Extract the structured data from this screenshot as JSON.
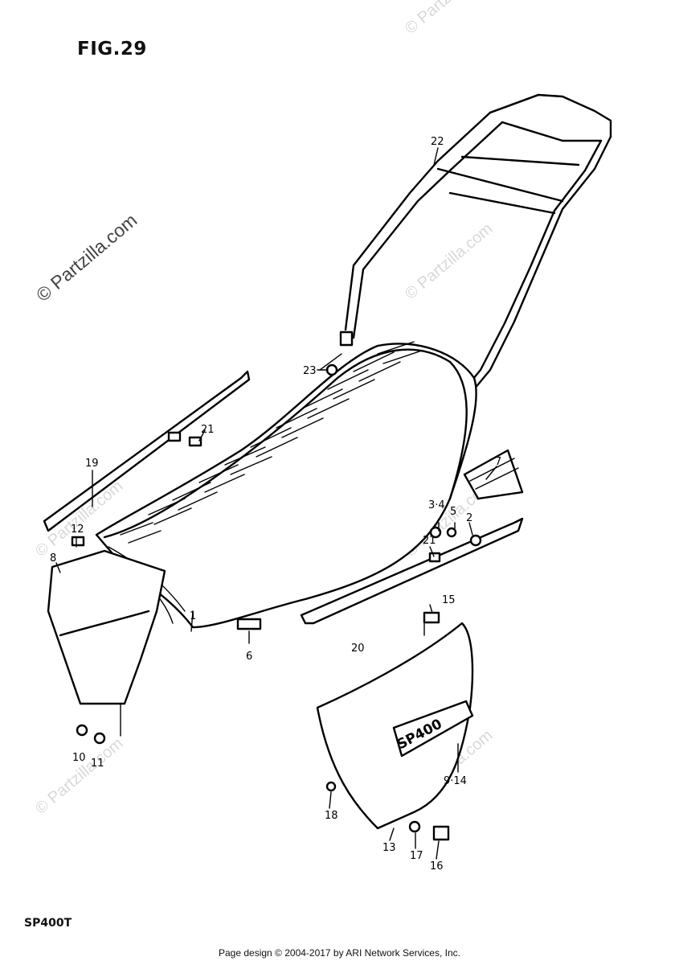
{
  "figure_title": "FIG.29",
  "model_code": "SP400T",
  "footer": "Page design © 2004-2017 by ARI Network Services, Inc.",
  "watermark": "© Partzilla.com",
  "emblem_text": "SP400",
  "callouts": {
    "c1": "1",
    "c2": "2",
    "c34": "3·4",
    "c5": "5",
    "c6": "6",
    "c7": "7",
    "c8": "8",
    "c914": "9·14",
    "c10": "10",
    "c11": "11",
    "c12": "12",
    "c13": "13",
    "c15": "15",
    "c16": "16",
    "c17": "17",
    "c18": "18",
    "c19": "19",
    "c20": "20",
    "c21a": "21",
    "c21b": "21",
    "c22": "22",
    "c23": "23"
  }
}
